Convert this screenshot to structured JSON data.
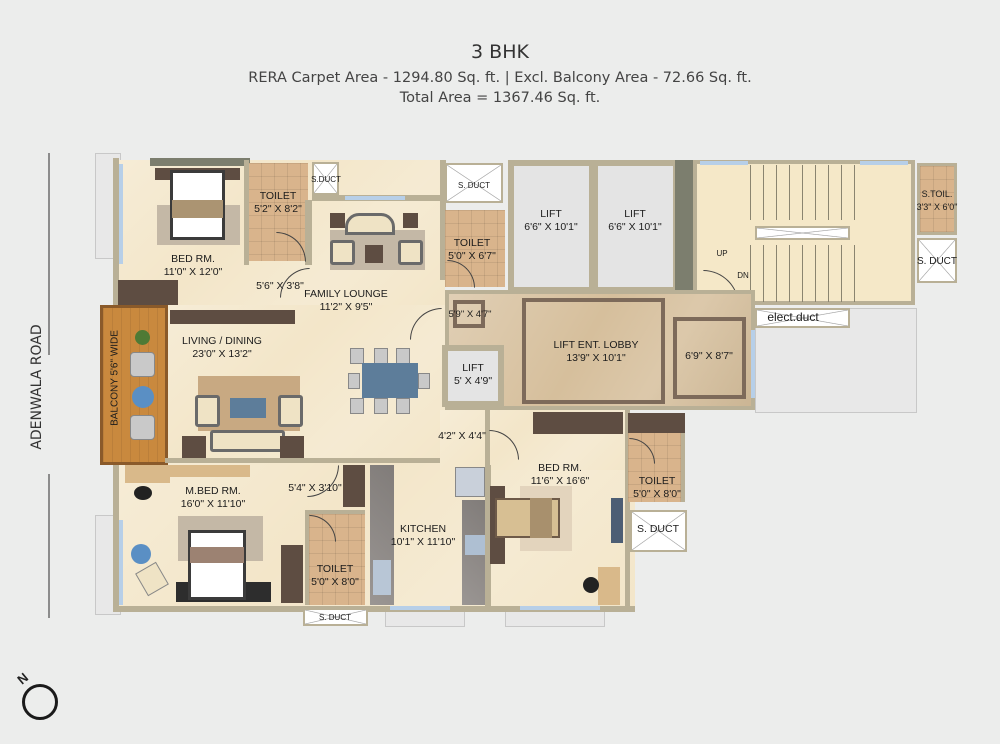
{
  "header": {
    "title": "3 BHK",
    "areas_line": "RERA Carpet Area - 1294.80 Sq. ft.  |  Excl. Balcony Area - 72.66 Sq. ft.",
    "total_line": "Total Area = 1367.46 Sq. ft."
  },
  "road": {
    "label": "ADENWALA ROAD"
  },
  "compass": {
    "label": "N"
  },
  "rooms": {
    "bed1": {
      "name": "BED RM.",
      "size": "11'0\" X 12'0\""
    },
    "toilet1": {
      "name": "TOILET",
      "size": "5'2\" X 8'2\""
    },
    "sduct1": {
      "name": "S.DUCT"
    },
    "passage1": {
      "size": "5'6\" X 3'8\""
    },
    "family": {
      "name": "FAMILY LOUNGE",
      "size": "11'2\" X 9'5\""
    },
    "sduct2": {
      "name": "S. DUCT"
    },
    "toilet2": {
      "name": "TOILET",
      "size": "5'0\" X 6'7\""
    },
    "lift1": {
      "name": "LIFT",
      "size": "6'6\" X 10'1\""
    },
    "lift2": {
      "name": "LIFT",
      "size": "6'6\" X 10'1\""
    },
    "stair": {
      "up": "UP",
      "dn": "DN"
    },
    "stoil": {
      "name": "S.TOIL.",
      "size": "3'3\" X 6'0\""
    },
    "sduct3": {
      "name": "S. DUCT"
    },
    "elect": {
      "name": "elect.duct"
    },
    "foyer": {
      "size": "5'9\" X 4'7\""
    },
    "lobby": {
      "name": "LIFT ENT. LOBBY",
      "size": "13'9\" X 10'1\""
    },
    "lobby2": {
      "size": "6'9\" X 8'7\""
    },
    "lift3": {
      "name": "LIFT",
      "size": "5' X 4'9\""
    },
    "living": {
      "name": "LIVING / DINING",
      "size": "23'0\" X 13'2\""
    },
    "balcony": {
      "name": "BALCONY 5'6\" WIDE"
    },
    "passage2": {
      "size": "4'2\" X 4'4\""
    },
    "mbed": {
      "name": "M.BED RM.",
      "size": "16'0\" X 11'10\""
    },
    "passage3": {
      "size": "5'4\" X 3'10\""
    },
    "toilet3": {
      "name": "TOILET",
      "size": "5'0\" X 8'0\""
    },
    "sduct4": {
      "name": "S. DUCT"
    },
    "kitchen": {
      "name": "KITCHEN",
      "size": "10'1\" X 11'10\""
    },
    "bed2": {
      "name": "BED RM.",
      "size": "11'6\" X 16'6\""
    },
    "toilet4": {
      "name": "TOILET",
      "size": "5'0\" X 8'0\""
    },
    "sduct5": {
      "name": "S. DUCT"
    }
  },
  "colors": {
    "background": "#ecedec",
    "floor": "#f3e6c9",
    "wall": "#b9b096",
    "toilet_tile": "#d9b48c",
    "lobby_marble": "#d6bf9c",
    "balcony_wood": "#c9893e",
    "window": "#b7cfe8"
  }
}
